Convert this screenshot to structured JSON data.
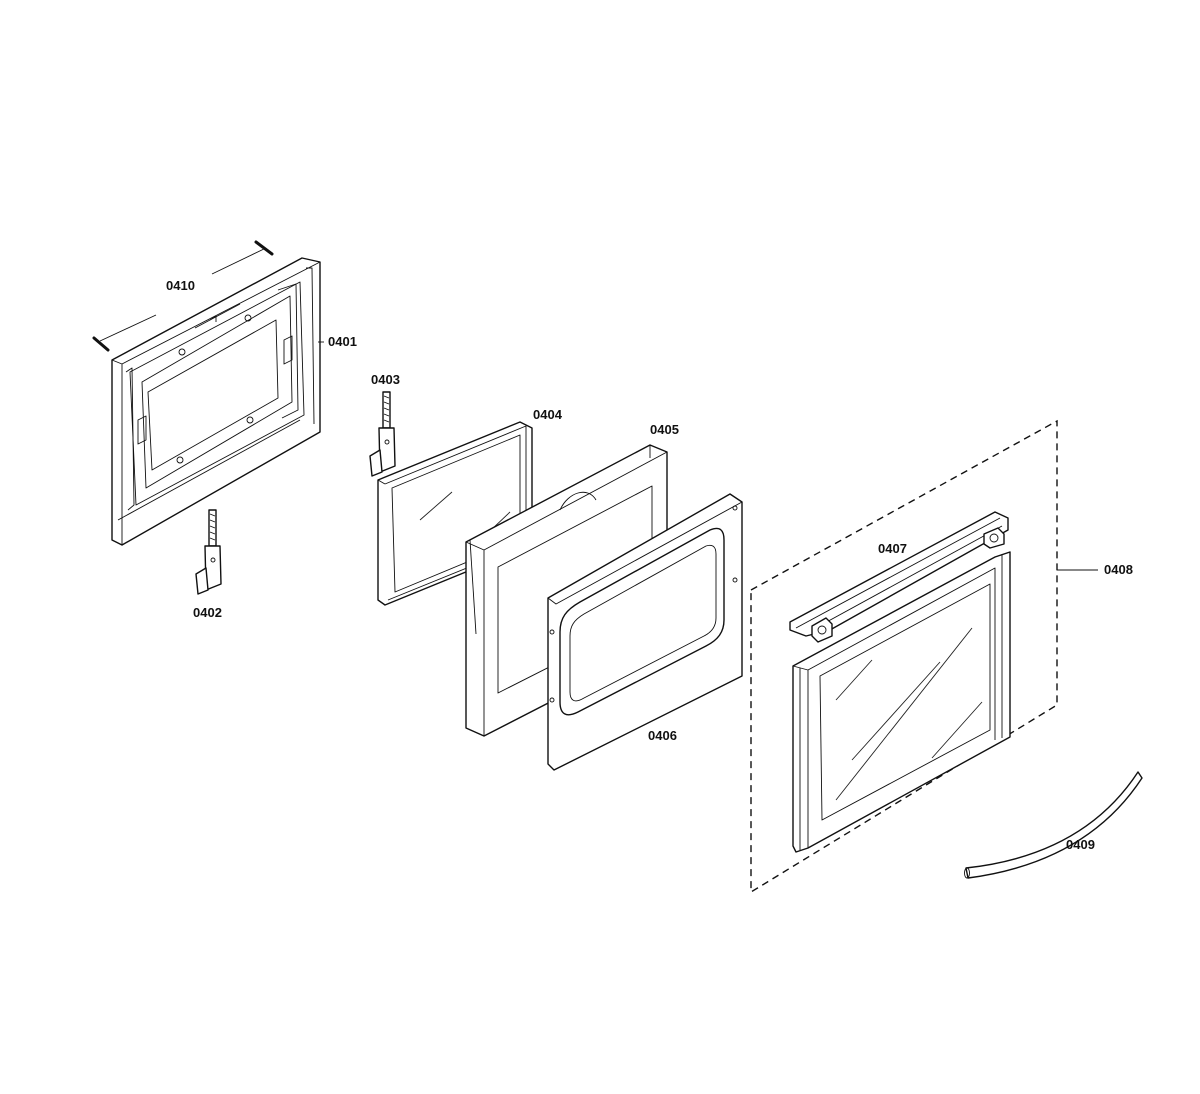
{
  "labels": {
    "p0401": "0401",
    "p0402": "0402",
    "p0403": "0403",
    "p0404": "0404",
    "p0405": "0405",
    "p0406": "0406",
    "p0407": "0407",
    "p0408": "0408",
    "p0409": "0409",
    "p0410": "0410"
  }
}
